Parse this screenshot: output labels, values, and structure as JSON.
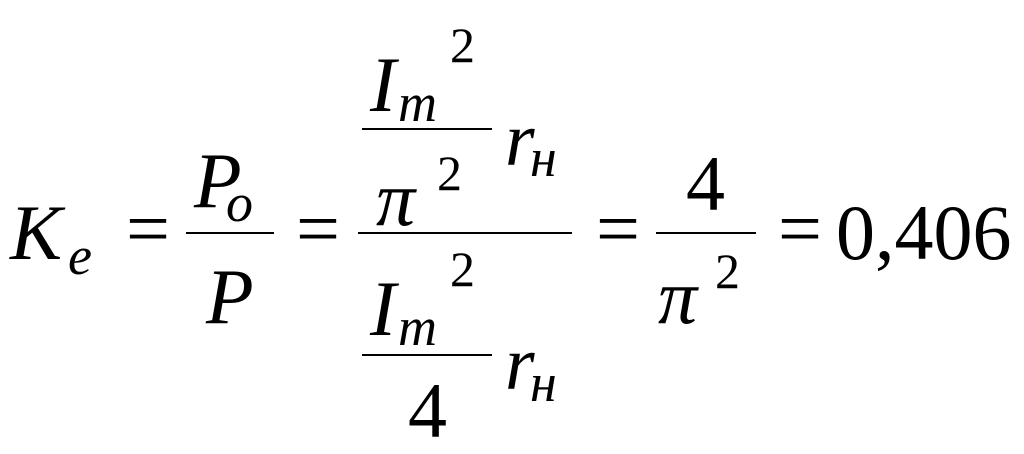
{
  "formula": {
    "lhs": {
      "symbol": "K",
      "subscript": "e"
    },
    "equals": "=",
    "fraction1": {
      "numerator": {
        "symbol": "P",
        "subscript": "o"
      },
      "denominator": "P"
    },
    "fraction2": {
      "numerator": {
        "current": "I",
        "current_subscript": "m",
        "current_power": "2",
        "pi": "π",
        "pi_power": "2",
        "resistance": "r",
        "resistance_subscript": "н"
      },
      "denominator": {
        "current": "I",
        "current_subscript": "m",
        "current_power": "2",
        "divisor": "4",
        "resistance": "r",
        "resistance_subscript": "н"
      }
    },
    "fraction3": {
      "numerator": "4",
      "denominator": {
        "pi": "π",
        "pi_power": "2"
      }
    },
    "result": "0,406"
  }
}
